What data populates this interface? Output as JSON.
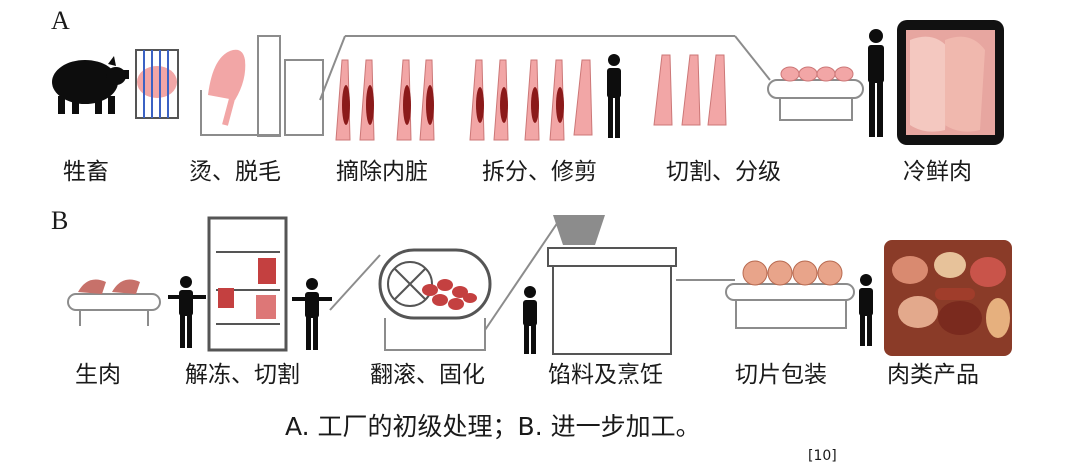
{
  "panels": {
    "a": {
      "letter": "A",
      "steps": [
        "牲畜",
        "烫、脱毛",
        "摘除内脏",
        "拆分、修剪",
        "切割、分级",
        "冷鲜肉"
      ]
    },
    "b": {
      "letter": "B",
      "steps": [
        "生肉",
        "解冻、切割",
        "翻滚、固化",
        "馅料及烹饪",
        "切片包装",
        "肉类产品"
      ]
    }
  },
  "caption": "A. 工厂的初级处理；B. 进一步加工。",
  "reference": "[10]",
  "colors": {
    "meat_pink": "#f2a6a6",
    "meat_dark": "#8b1a1a",
    "machine_gray": "#8c8c8c",
    "worker_black": "#0d0d0d",
    "tray_black": "#111111"
  },
  "icons": [
    "pig-icon",
    "caged-pig-icon",
    "scalding-tank-icon",
    "hanging-carcass-icon",
    "worker-icon",
    "conveyor-icon",
    "meat-tray-icon",
    "thaw-rack-icon",
    "tumbler-icon",
    "cooker-icon",
    "sliced-sausage-icon",
    "meat-products-icon"
  ]
}
